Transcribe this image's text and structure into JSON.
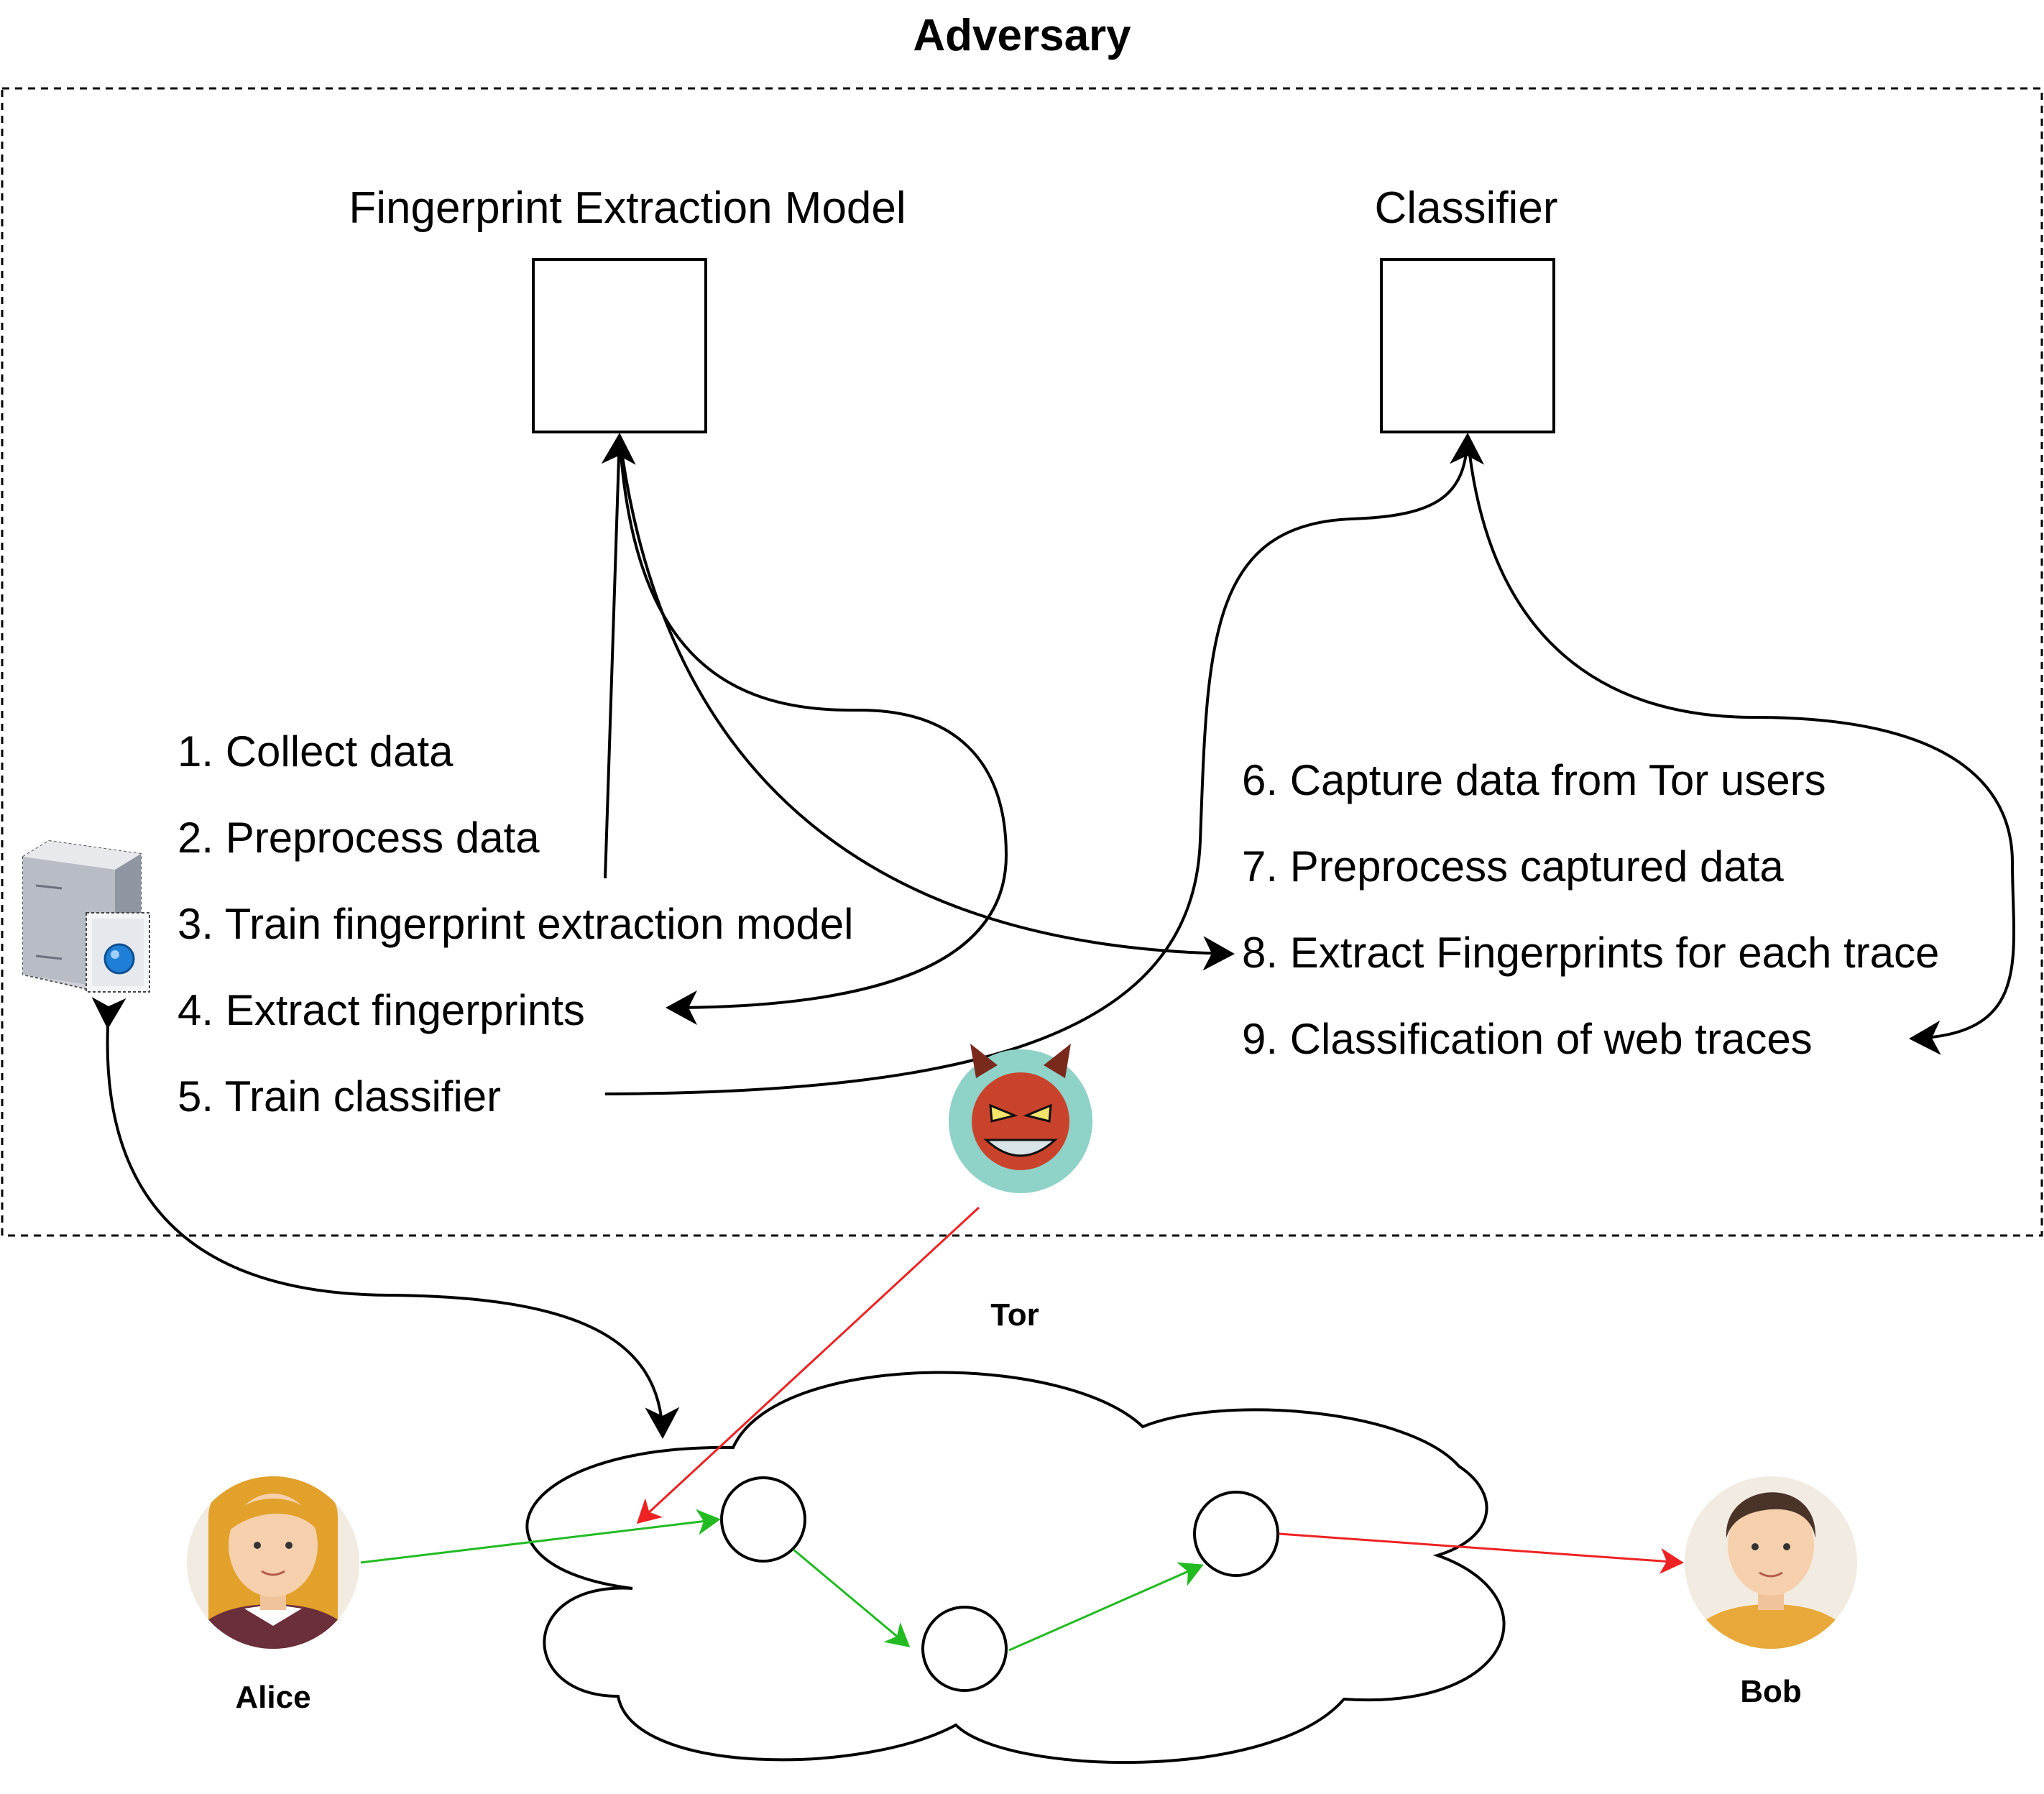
{
  "adversary": {
    "title": "Adversary",
    "model_label": "Fingerprint Extraction Model",
    "classifier_label": "Classifier"
  },
  "steps_left": [
    "1. Collect data",
    "2. Preprocess data",
    "3. Train fingerprint extraction model",
    "4. Extract fingerprints",
    "5. Train classifier"
  ],
  "steps_right": [
    "6. Capture data from Tor users",
    "7. Preprocess captured data",
    "8. Extract Fingerprints for each trace",
    "9. Classification of web traces"
  ],
  "network": {
    "label": "Tor"
  },
  "users": {
    "sender": "Alice",
    "receiver": "Bob"
  },
  "icons": {
    "server": "server-icon",
    "attacker": "devil-icon",
    "sender": "woman-avatar-icon",
    "receiver": "man-avatar-icon"
  },
  "colors": {
    "forward_path": "#22bb22",
    "attack_path": "#ee2222",
    "devil_bg": "#8fd2c7",
    "devil_face": "#c9432c"
  }
}
